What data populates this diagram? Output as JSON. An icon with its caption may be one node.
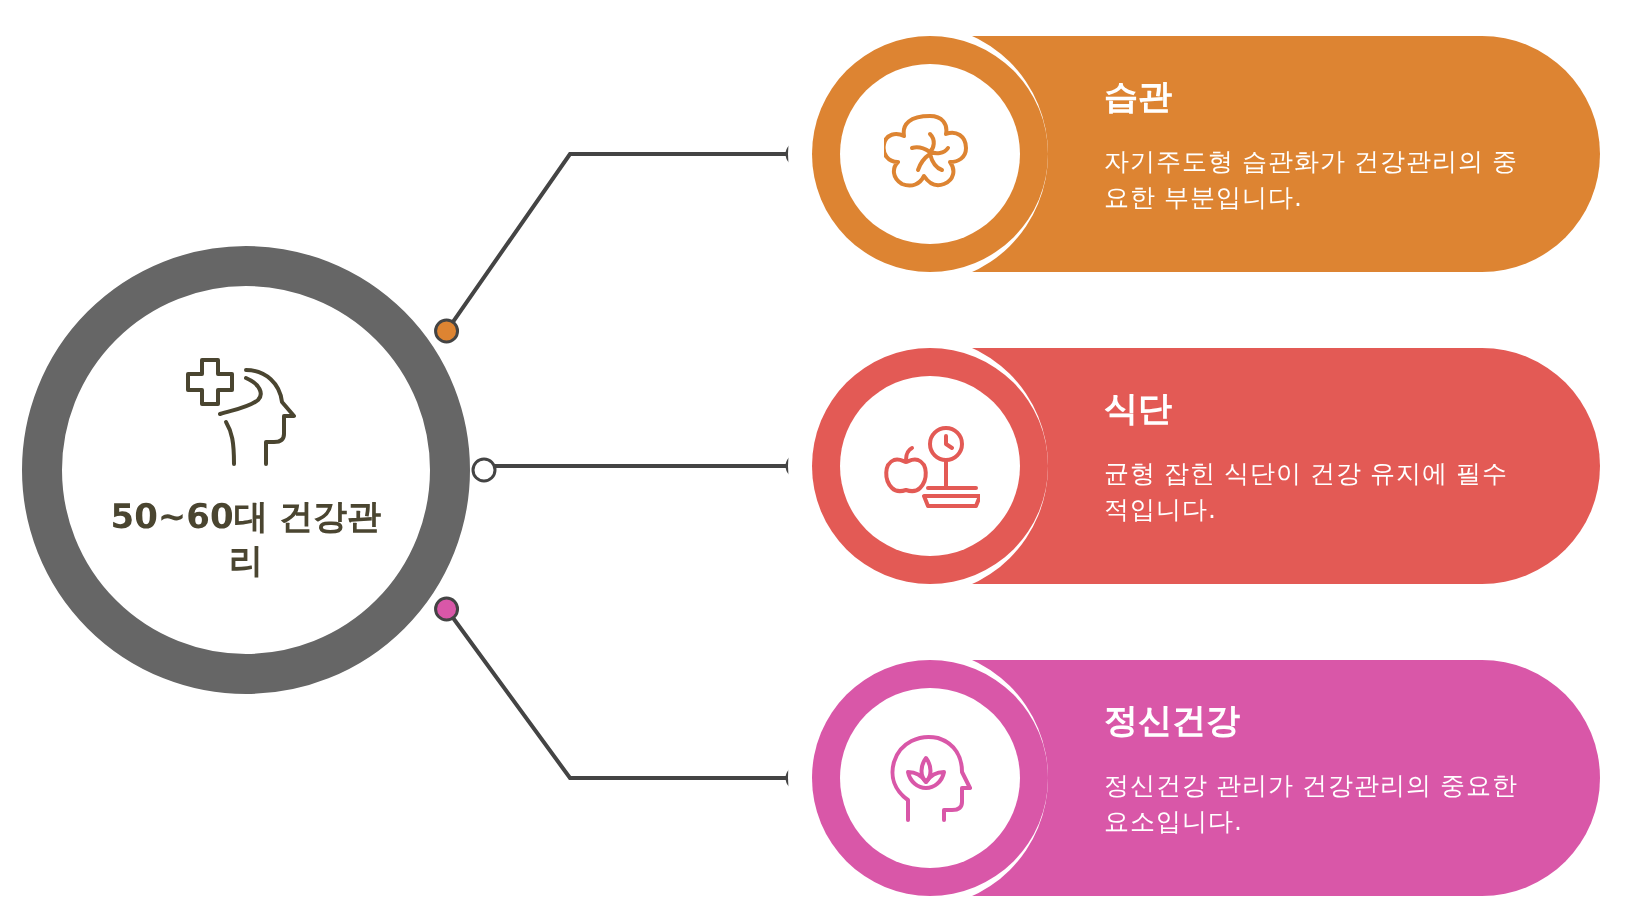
{
  "diagram": {
    "nodes": [
      {
        "text": [
          "50~60대 건강관리"
        ]
      },
      {
        "text": [
          "습관",
          "자기주도형 습관화가 건강관리의 중요한 부분입니다."
        ]
      },
      {
        "text": [
          "식단",
          "균형 잡힌 식단이 건강 유지에 필수적입니다."
        ]
      },
      {
        "text": [
          "정신건강",
          "정신건강 관리가 건강관리의 중요한 요소입니다."
        ]
      }
    ],
    "edges": [
      {
        "from": 0,
        "to": 1,
        "arrow": "other"
      },
      {
        "from": 0,
        "to": 2,
        "arrow": "other"
      },
      {
        "from": 0,
        "to": 3,
        "arrow": "other"
      }
    ]
  }
}
